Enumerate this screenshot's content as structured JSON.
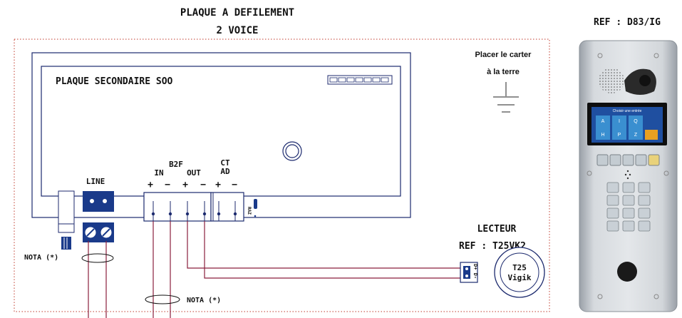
{
  "title": {
    "line1": "PLAQUE A DEFILEMENT",
    "line2": "2 VOICE"
  },
  "panel_ref": "REF : D83/IG",
  "secondary_plate": "PLAQUE SECONDAIRE SOO",
  "ground_note": {
    "line1": "Placer le carter",
    "line2": "à la terre"
  },
  "terminals": {
    "line_label": "LINE",
    "b2f_label": "B2F",
    "in_label": "IN",
    "out_label": "OUT",
    "ctad_line1": "CT",
    "ctad_line2": "AD",
    "plus": "+",
    "minus": "−",
    "raz": "RAZ"
  },
  "nota": "NOTA (*)",
  "reader": {
    "title": "LECTEUR",
    "ref": "REF : T25VK2",
    "pins": "D+ D-",
    "badge_line1": "T25",
    "badge_line2": "Vigik"
  },
  "panel_screen": {
    "header": "Choisir une entrée",
    "keys": [
      "A",
      "I",
      "Q",
      "H",
      "P",
      "Z"
    ]
  },
  "colors": {
    "wire": "#8a1f3c",
    "outline": "#1c2a6e",
    "border_dotted": "#c0392b"
  }
}
